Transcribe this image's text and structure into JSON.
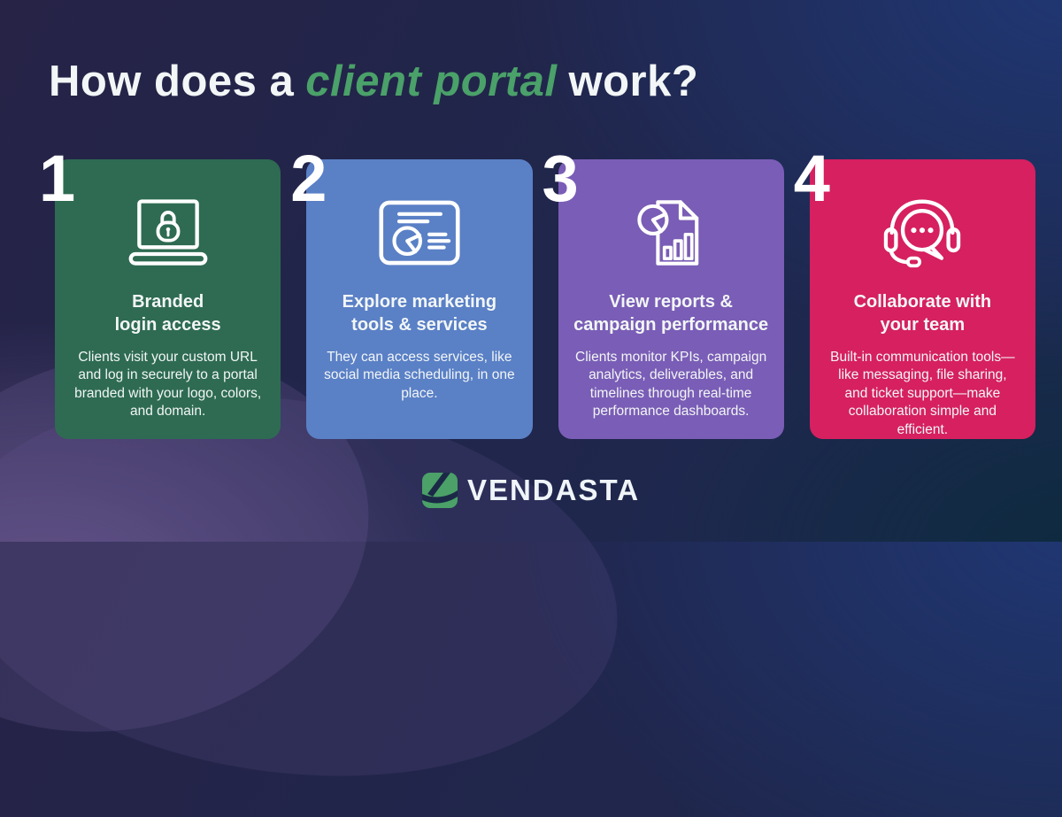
{
  "title": {
    "prefix": "How does a",
    "highlight": "client portal",
    "suffix": "work?"
  },
  "steps": [
    {
      "number": "1",
      "color": "#2E6B52",
      "icon": "laptop-lock-icon",
      "title_line1": "Branded",
      "title_line2": "login access",
      "body": "Clients visit your custom URL and log in securely to a portal branded with your logo, colors, and domain."
    },
    {
      "number": "2",
      "color": "#5A80C6",
      "icon": "marketing-card-icon",
      "title_line1": "Explore marketing",
      "title_line2": "tools & services",
      "body": "They can access services, like social media scheduling, in one place."
    },
    {
      "number": "3",
      "color": "#7A5DB6",
      "icon": "report-chart-icon",
      "title_line1": "View reports &",
      "title_line2": "campaign performance",
      "body": "Clients monitor KPIs, campaign analytics, deliverables, and timelines through real-time performance dashboards."
    },
    {
      "number": "4",
      "color": "#D6205F",
      "icon": "headset-chat-icon",
      "title_line1": "Collaborate with",
      "title_line2": "your team",
      "body": "Built-in communication tools—like messaging, file sharing, and ticket support—make collaboration simple and efficient."
    }
  ],
  "connectors": [
    "#2A564C",
    "#5B80C2",
    "#7B5EB3"
  ],
  "footer": {
    "brand": "VENDASTA",
    "logo_icon": "vendasta-logo",
    "logo_green": "#4BA168"
  },
  "colors": {
    "accent_green": "#4AA169",
    "text_white": "#F2F6F6",
    "background_navy_top_right": "#1E3268",
    "background_purple_bottom_left": "#4E4268",
    "background_teal_bottom_right": "#112A40"
  }
}
